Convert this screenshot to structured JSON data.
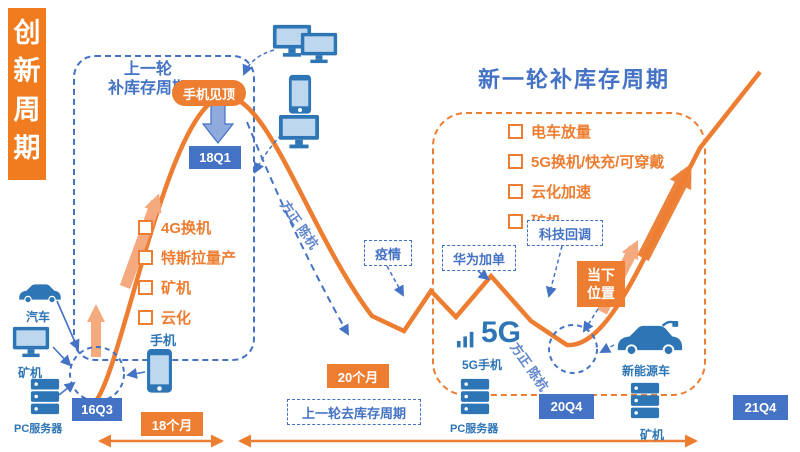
{
  "banner": {
    "title": "创新周期"
  },
  "left_cycle": {
    "title_line1": "上一轮",
    "title_line2": "补库存周期",
    "items": [
      {
        "label": "4G换机"
      },
      {
        "label": "特斯拉量产"
      },
      {
        "label": "矿机"
      },
      {
        "label": "云化"
      }
    ],
    "peak_tag": "手机见顶",
    "peak_date": "18Q1",
    "start_date": "16Q3",
    "duration": "18个月"
  },
  "right_cycle": {
    "title": "新一轮补库存周期",
    "items": [
      {
        "label": "电车放量"
      },
      {
        "label": "5G换机/快充/可穿戴"
      },
      {
        "label": "云化加速"
      },
      {
        "label": "矿机"
      }
    ],
    "trough_date": "20Q4",
    "end_date": "21Q4"
  },
  "destock": {
    "label": "上一轮去库存周期",
    "duration": "20个月"
  },
  "events": {
    "pandemic": "疫情",
    "huawei": "华为加单",
    "tech_pullback": "科技回调",
    "current_line1": "当下",
    "current_line2": "位置"
  },
  "watermark": "方正 陈杭",
  "left_icons": {
    "car_label": "汽车",
    "miner_label": "矿机",
    "pc_server_label": "PC服务器",
    "phone_label": "手机"
  },
  "right_icons": {
    "five_g": "5G",
    "five_g_phone_label": "5G手机",
    "pc_server_label": "PC服务器",
    "ev_label": "新能源车",
    "miner_label": "矿机"
  },
  "colors": {
    "orange": "#ED7D31",
    "blue": "#4472C4",
    "icon_blue": "#2E75B6"
  }
}
